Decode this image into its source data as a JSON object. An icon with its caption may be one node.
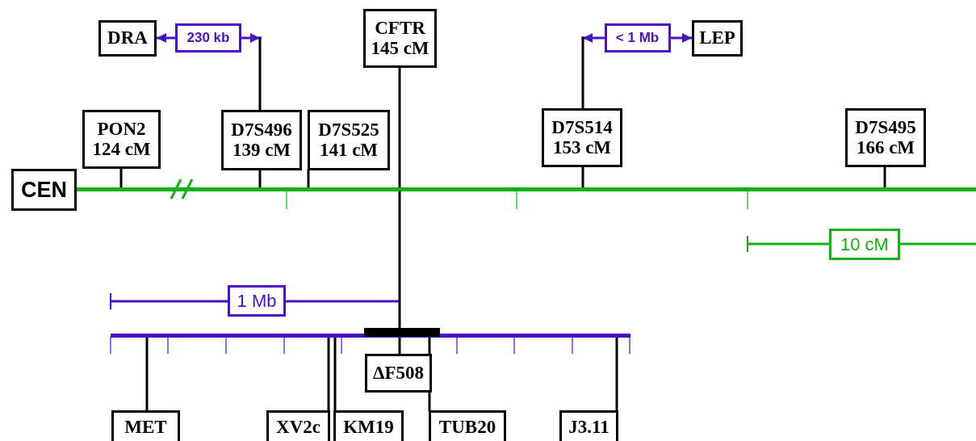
{
  "diagram": {
    "nodes": [
      {
        "text": [
          "DRA"
        ]
      },
      {
        "text": [
          "CFTR",
          "145 cM"
        ]
      },
      {
        "text": [
          "LEP"
        ]
      },
      {
        "text": [
          "CEN"
        ]
      },
      {
        "text": [
          "PON2",
          "124 cM"
        ]
      },
      {
        "text": [
          "D7S496",
          "139 cM"
        ]
      },
      {
        "text": [
          "D7S525",
          "141 cM"
        ]
      },
      {
        "text": [
          "D7S514",
          "153 cM"
        ]
      },
      {
        "text": [
          "D7S495",
          "166 cM"
        ]
      },
      {
        "text": [
          "ΔF508"
        ]
      },
      {
        "text": [
          "MET"
        ]
      },
      {
        "text": [
          "XV2c"
        ]
      },
      {
        "text": [
          "KM19"
        ]
      },
      {
        "text": [
          "TUB20"
        ]
      },
      {
        "text": [
          "J3.11"
        ]
      },
      {
        "text": [],
        "shape": "bar"
      },
      {
        "text": [],
        "shape": "bar"
      },
      {
        "text": [],
        "shape": "bar"
      }
    ],
    "edges": [
      {
        "from": null,
        "to": 0,
        "arrow": "both",
        "label": "230 kb",
        "color": "#4a10c8"
      },
      {
        "from": 5,
        "to": null,
        "arrow": "none"
      },
      {
        "from": null,
        "to": 2,
        "arrow": "both",
        "label": "< 1 Mb",
        "color": "#4a10c8"
      },
      {
        "from": 7,
        "to": null,
        "arrow": "none"
      },
      {
        "from": 1,
        "to": 9,
        "arrow": "none"
      },
      {
        "from": 4,
        "to": 15,
        "arrow": "none"
      },
      {
        "from": 5,
        "to": 15,
        "arrow": "none"
      },
      {
        "from": 6,
        "to": 15,
        "arrow": "none"
      },
      {
        "from": 7,
        "to": 15,
        "arrow": "none"
      },
      {
        "from": 8,
        "to": 15,
        "arrow": "none"
      },
      {
        "from": 10,
        "to": 16,
        "arrow": "none"
      },
      {
        "from": 11,
        "to": 16,
        "arrow": "none"
      },
      {
        "from": 12,
        "to": 16,
        "arrow": "none"
      },
      {
        "from": 13,
        "to": 17,
        "arrow": "none"
      },
      {
        "from": 14,
        "to": 16,
        "arrow": "none"
      }
    ],
    "labels": [
      "10 cM",
      "1 Mb"
    ]
  }
}
